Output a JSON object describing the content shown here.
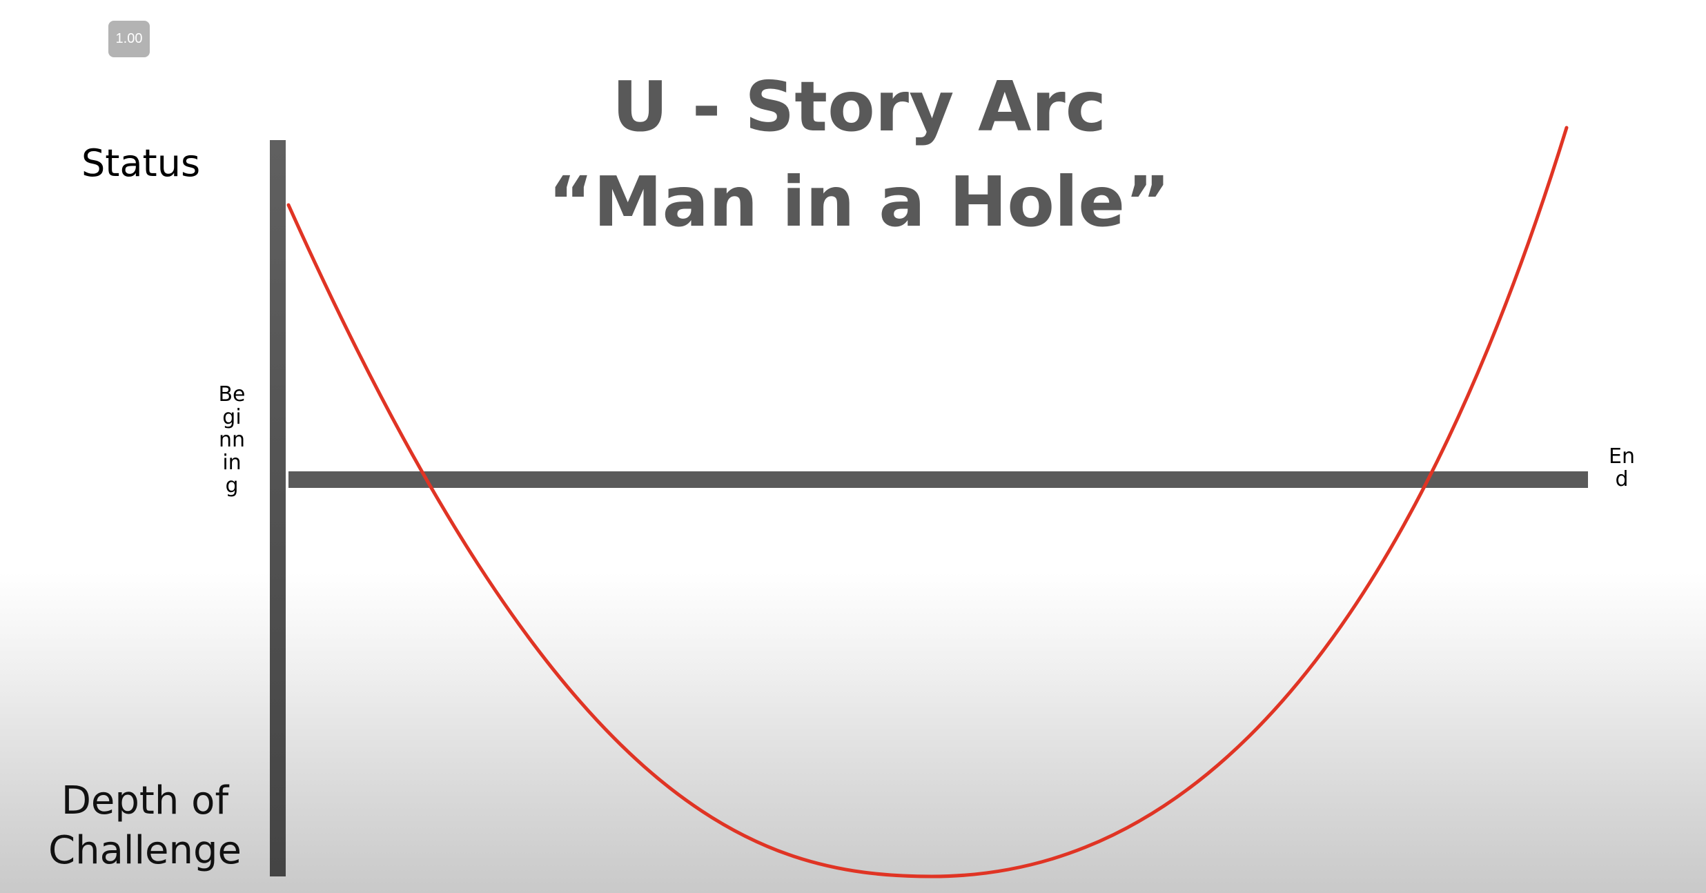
{
  "zoom": {
    "label": "1.00"
  },
  "title": {
    "line1": "U - Story Arc",
    "line2": "“Man in a Hole”"
  },
  "labels": {
    "status": "Status",
    "depth": "Depth of Challenge",
    "beginning": "Beginning",
    "end": "End"
  },
  "colors": {
    "axis": "#595959",
    "arc": "#e03424",
    "title": "#595959"
  }
}
